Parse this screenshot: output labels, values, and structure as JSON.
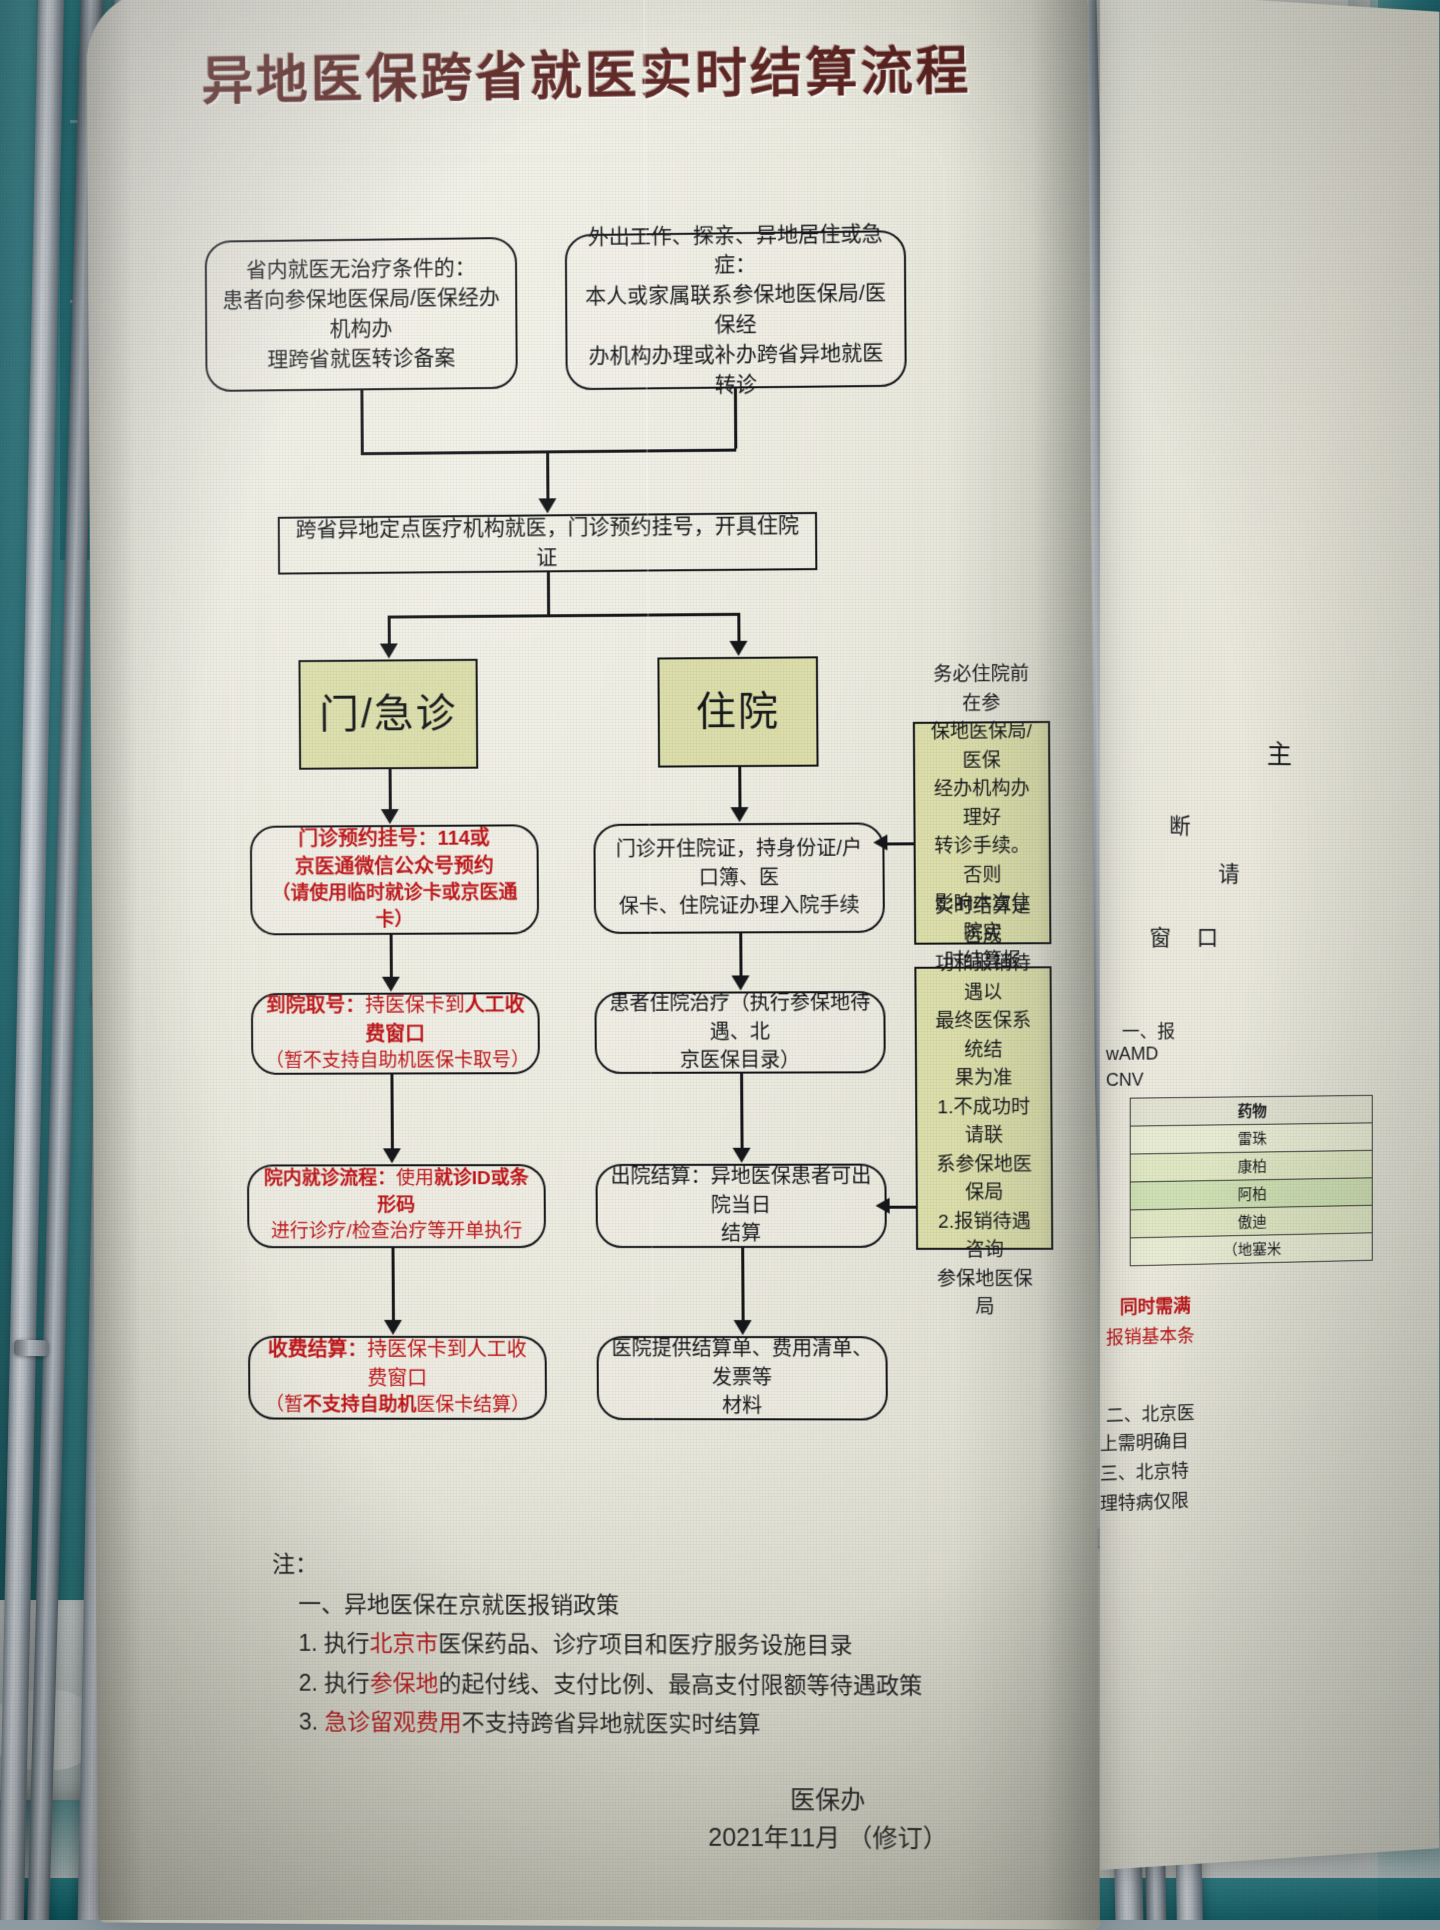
{
  "poster": {
    "title": "异地医保跨省就医实时结算流程",
    "title_color": "#5c2320",
    "accent_red": "#c0161a",
    "highlight_fill": "#dcdfab"
  },
  "flow": {
    "top_left_box": {
      "line1": "省内就医无治疗条件的：",
      "line2": "患者向参保地医保局/医保经办机构办",
      "line3": "理跨省就医转诊备案"
    },
    "top_right_box": {
      "line1": "外出工作、探亲、异地居住或急症：",
      "line2": "本人或家属联系参保地医保局/医保经",
      "line3": "办机构办理或补办跨省异地就医转诊"
    },
    "merge_box": {
      "line1": "跨省异地定点医疗机构就医，门诊预约挂号，开具住院证"
    },
    "branch_left_label": "门/急诊",
    "branch_right_label": "住院",
    "outpatient_steps": [
      {
        "line1_strong": "门诊预约挂号：114或",
        "line2_strong": "京医通微信公众号预约",
        "line3": "（请使用临时就诊卡或京医通卡）"
      },
      {
        "line1_a": "到院取号：",
        "line1_b": "持医保卡到",
        "line1_c": "人工收费窗口",
        "line2": "（暂不支持自助机医保卡取号）"
      },
      {
        "line1_a": "院内就诊流程：",
        "line1_b": "使用",
        "line1_c": "就诊ID或条形码",
        "line2": "进行诊疗/检查治疗等开单执行"
      },
      {
        "line1_a": "收费结算：",
        "line1_b": "持医保卡到人工收费窗口",
        "line2_a": "（暂",
        "line2_b": "不支持自助机",
        "line2_c": "医保卡结算）"
      }
    ],
    "inpatient_steps": [
      {
        "line1": "门诊开住院证，持身份证/户口簿、医",
        "line2": "保卡、住院证办理入院手续"
      },
      {
        "line1": "患者住院治疗（执行参保地待遇、北",
        "line2": "京医保目录）"
      },
      {
        "line1": "出院结算：异地医保患者可出院当日",
        "line2": "结算"
      },
      {
        "line1": "医院提供结算单、费用清单、发票等",
        "line2": "材料"
      }
    ],
    "side_note_1": {
      "lines": [
        "务必住院前在参",
        "保地医保局/医保",
        "经办机构办理好",
        "转诊手续。否则",
        "影响本次住院实",
        "时结算报销。"
      ]
    },
    "side_note_2": {
      "lines": [
        "实时结算是否成",
        "功和报销待遇以",
        "最终医保系统结",
        "果为准",
        "1.不成功时请联",
        "系参保地医保局",
        "2.报销待遇咨询",
        "参保地医保局"
      ]
    }
  },
  "notes": {
    "heading": "注：",
    "section_1": "一、异地医保在京就医报销政策",
    "item_1_pre": "1. 执行",
    "item_1_red": "北京市",
    "item_1_post": "医保药品、诊疗项目和医疗服务设施目录",
    "item_2_pre": "2. 执行",
    "item_2_red": "参保地",
    "item_2_post": "的起付线、支付比例、最高支付限额等待遇政策",
    "item_3_num": "3. ",
    "item_3_red": "急诊留观费用",
    "item_3_post": "不支持跨省异地就医实时结算"
  },
  "footer": {
    "department": "医保办",
    "date": "2021年11月 （修订）"
  },
  "right_poster": {
    "l1": "主",
    "l2": "断",
    "l3": "请",
    "l4": "窗 口",
    "l5": "一、报",
    "l6": "wAMD",
    "l7": "CNV",
    "table_header": [
      "药物"
    ],
    "table_rows": [
      [
        "雷珠"
      ],
      [
        "康柏"
      ],
      [
        "阿柏"
      ],
      [
        "傲迪"
      ],
      [
        "（地塞米"
      ]
    ],
    "red1": "同时需满",
    "red2": "报销基本条",
    "b1": "二、北京医",
    "b2": "上需明确目",
    "b3": "三、北京特",
    "b4": "理特病仅限"
  }
}
